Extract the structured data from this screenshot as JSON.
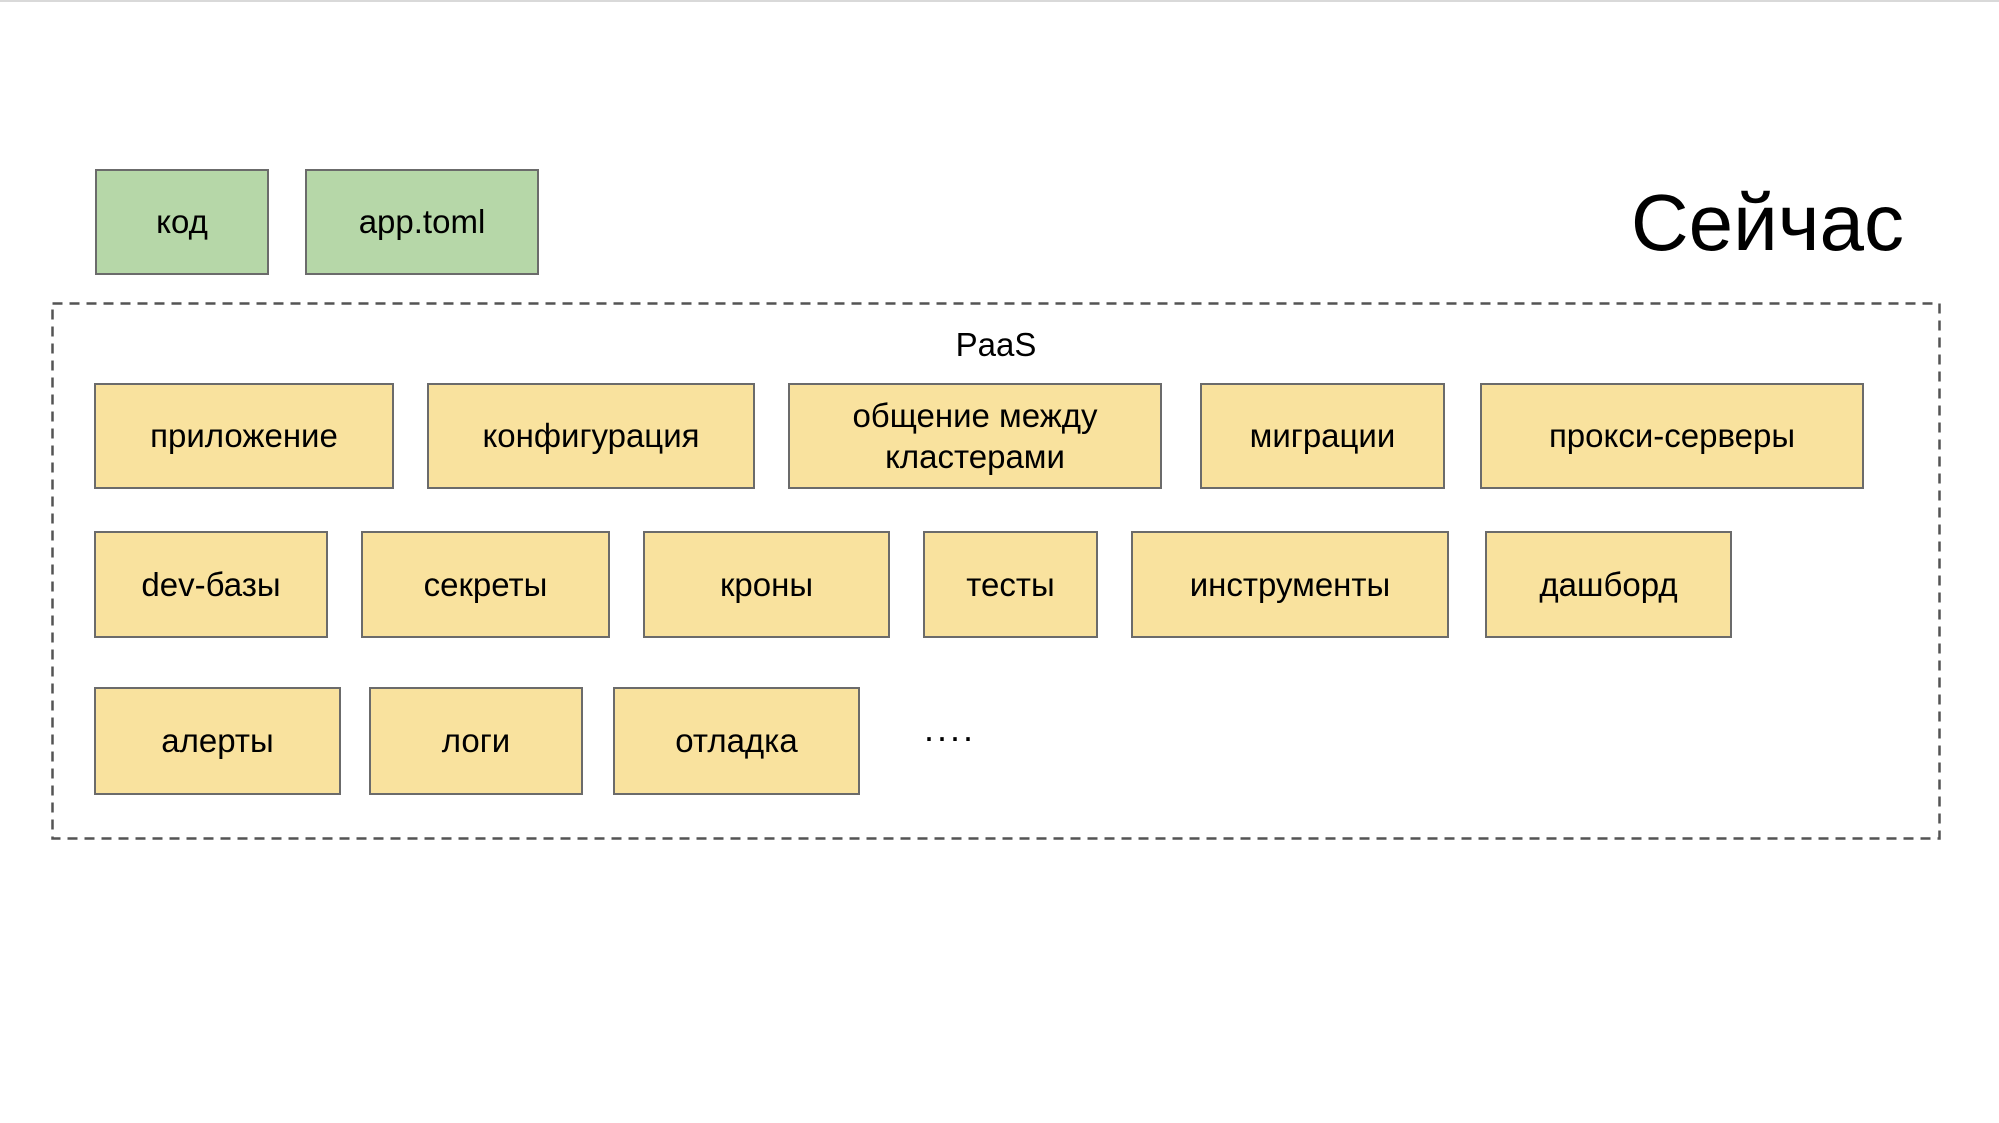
{
  "slide": {
    "title": "Сейчас"
  },
  "artifacts": [
    {
      "label": "код"
    },
    {
      "label": "app.toml"
    }
  ],
  "paas": {
    "label": "PaaS",
    "rows": [
      [
        "приложение",
        "конфигурация",
        "общение между кластерами",
        "миграции",
        "прокси-серверы"
      ],
      [
        "dev-базы",
        "секреты",
        "кроны",
        "тесты",
        "инструменты",
        "дашборд"
      ],
      [
        "алерты",
        "логи",
        "отладка"
      ]
    ],
    "more_indicator": "...."
  },
  "colors": {
    "artifact_fill": "#b6d7a8",
    "feature_fill": "#f9e29e",
    "box_border": "#6b6b6b",
    "container_border": "#545454"
  }
}
